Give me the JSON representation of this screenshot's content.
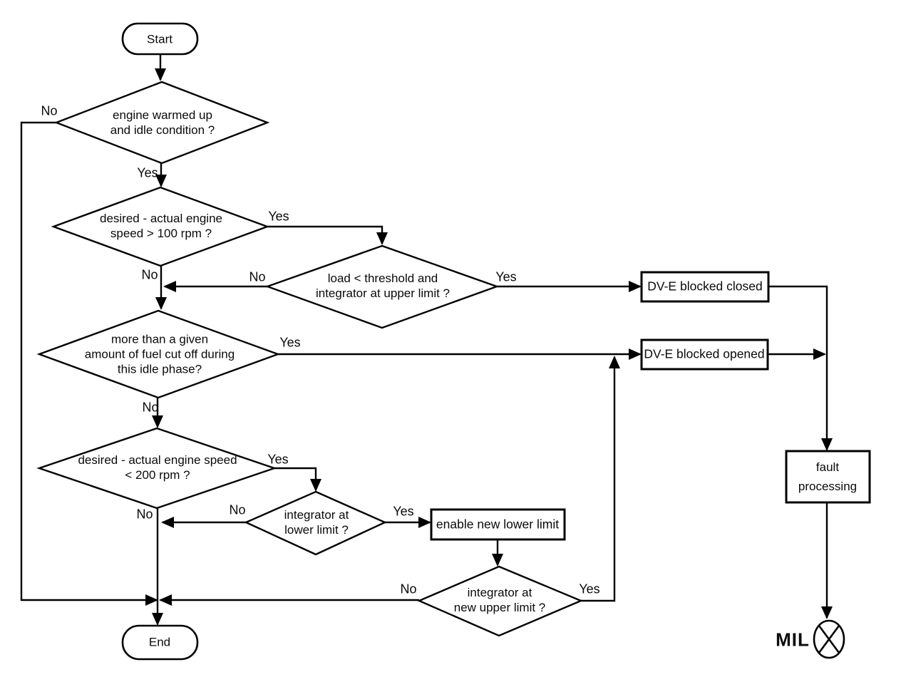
{
  "diagram": {
    "colors": {
      "line": "#000000",
      "background": "#ffffff",
      "text": "#0a0a0a"
    },
    "nodes": {
      "start": "Start",
      "engine_warm": "engine warmed up\nand idle condition ?",
      "speed_gt_100": "desired - actual engine\nspeed > 100 rpm ?",
      "load_threshold": "load < threshold and\nintegrator at upper limit ?",
      "dve_blocked_closed": "DV-E blocked closed",
      "fuel_cut_off": "more than a given\namount of fuel cut off during\nthis idle phase?",
      "dve_blocked_opened": "DV-E blocked opened",
      "speed_lt_200": "desired - actual engine speed\n< 200 rpm ?",
      "integrator_lower": "integrator at\nlower limit ?",
      "enable_lower_limit": "enable new lower limit",
      "integrator_new_upper": "integrator at\nnew upper limit ?",
      "fault_processing": "fault\nprocessing",
      "end": "End",
      "mil": "MIL"
    },
    "edge_labels": {
      "warm_no": "No",
      "warm_yes": "Yes",
      "s100_yes": "Yes",
      "s100_no": "No",
      "load_no": "No",
      "load_yes": "Yes",
      "fuel_yes": "Yes",
      "fuel_no": "No",
      "s200_yes": "Yes",
      "s200_no": "No",
      "lower_no": "No",
      "lower_yes": "Yes",
      "upper_no": "No",
      "upper_yes": "Yes"
    }
  }
}
